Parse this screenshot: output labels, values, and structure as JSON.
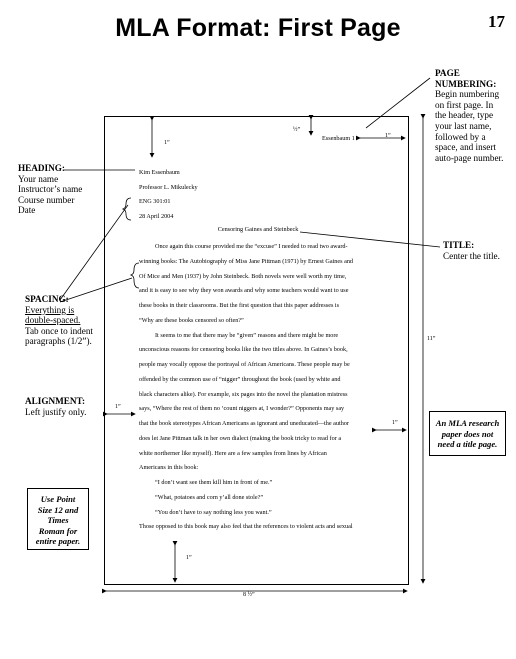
{
  "header": {
    "title": "MLA Format:  First Page",
    "page_number": "17"
  },
  "document": {
    "running_head": "Essenbaum 1",
    "heading": [
      "Kim Essenbaum",
      "Professor L. Mikulecky",
      "ENG 301:01",
      "28 April 2004"
    ],
    "doc_title": "Censoring Gaines and Steinbeck",
    "body_lines": [
      "Once again this course provided me the “excuse” I needed to read two award-",
      "winning books: The Autobiography of Miss Jane Pittman (1971) by Ernest Gaines and",
      "Of Mice and Men (1937) by John Steinbeck. Both novels were well worth my time,",
      "and it is easy to see why they won awards and why some teachers would want to use",
      "these books in their classrooms. But the first question that this paper addresses is",
      "“Why are these books censored so often?”",
      "It seems to me that there may be “given” reasons and there might be more",
      "unconscious reasons for censoring books like the two titles above. In Gaines’s book,",
      "people may vocally oppose the portrayal of African Americans. These people may be",
      "offended by the common use of “nigger” throughout the book (used by white and",
      "black characters alike). For example, six pages into the novel the plantation mistress",
      "says, “Where the rest of them no ‘count niggers at, I wonder?” Opponents may say",
      "that the book stereotypes African Americans as ignorant and uneducated—the author",
      "does let Jane Pittman talk in her own dialect (making the book tricky to read for a",
      "white northerner like myself).  Here are a few samples from lines by African",
      "Americans in this book:",
      "“I don’t want see them kill him in front of me.”",
      "“What, potatoes and corn y’all done stole?”",
      "“You don’t have to say nothing less you want.”",
      "Those opposed to this book may also feel that the references to violent acts and sexual"
    ]
  },
  "measurements": {
    "top_margin": "1”",
    "header_half": "½”",
    "right_of_header": "1”",
    "left_margin": "1”",
    "right_margin": "1”",
    "page_height": "11”",
    "bottom_margin": "1”",
    "page_width": "8 ½”"
  },
  "notes": {
    "page_numbering": {
      "label": "PAGE NUMBERING:",
      "lines": [
        "Begin numbering",
        "on first page.  In",
        "the header, type",
        "your last name,",
        "followed by a",
        "space, and insert",
        "auto-page number."
      ]
    },
    "heading": {
      "label": "HEADING:",
      "lines": [
        "Your name",
        "Instructor’s name",
        "Course number",
        "Date"
      ]
    },
    "title": {
      "label": "TITLE:",
      "lines": [
        "Center the title."
      ]
    },
    "spacing": {
      "label": "SPACING:",
      "line1": "Everything is",
      "line2": "double-spaced.",
      "lines": [
        "Tab once to indent",
        "paragraphs (1/2”)."
      ]
    },
    "alignment": {
      "label": "ALIGNMENT:",
      "lines": [
        "Left justify only."
      ]
    },
    "title_page_box": [
      "An MLA research",
      "paper does not",
      "need a title page."
    ],
    "font_box": [
      "Use Point",
      "Size 12 and",
      "Times",
      "Roman for",
      "entire paper."
    ]
  }
}
